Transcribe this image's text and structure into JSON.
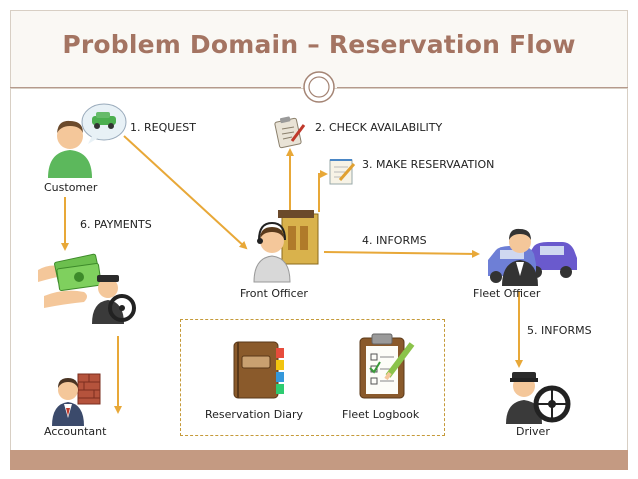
{
  "title": "Problem Domain – Reservation Flow",
  "actors": {
    "customer": "Customer",
    "front_officer": "Front Officer",
    "fleet_officer": "Fleet Officer",
    "accountant": "Accountant",
    "driver": "Driver"
  },
  "steps": {
    "request": "1.  REQUEST",
    "check_availability": "2. CHECK AVAILABILITY",
    "make_reservation": "3. MAKE RESERVAATION",
    "informs_fleet": "4. INFORMS",
    "informs_driver": "5. INFORMS",
    "payments": "6. PAYMENTS"
  },
  "records": {
    "reservation_diary": "Reservation Diary",
    "fleet_logbook": "Fleet Logbook"
  },
  "colors": {
    "title": "#a47462",
    "arrow": "#e8a838",
    "accent_bar": "#c49a82"
  }
}
